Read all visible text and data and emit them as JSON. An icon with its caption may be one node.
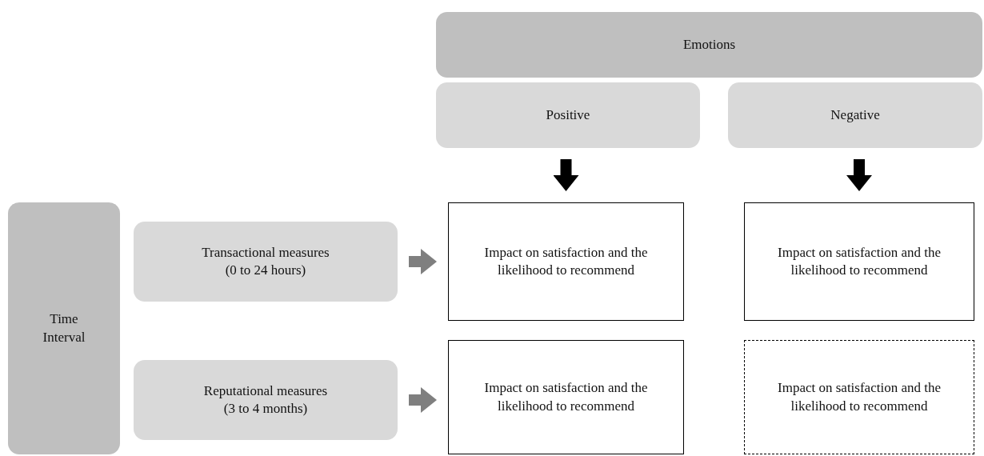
{
  "diagram": {
    "nodes": [
      {
        "text": [
          "Emotions"
        ]
      },
      {
        "text": [
          "Positive"
        ]
      },
      {
        "text": [
          "Negative"
        ]
      },
      {
        "text": [
          "Time Interval"
        ]
      },
      {
        "text": [
          "Transactional measures (0 to 24 hours)"
        ]
      },
      {
        "text": [
          "Impact on satisfaction and the likelihood to recommend"
        ]
      },
      {
        "text": [
          "Impact on satisfaction and the likelihood to recommend"
        ]
      },
      {
        "text": [
          "Reputational measures (3 to 4 months)"
        ]
      },
      {
        "text": [
          "Impact on satisfaction and the likelihood to recommend"
        ]
      },
      {
        "text": [
          "Impact on satisfaction and the likelihood to recommend"
        ]
      }
    ],
    "edges": [
      {
        "from": 1,
        "to": 5,
        "arrow": "to"
      },
      {
        "from": 2,
        "to": 6,
        "arrow": "to"
      },
      {
        "from": 4,
        "to": 5,
        "arrow": "to",
        "color": "#7f7f7f"
      },
      {
        "from": 7,
        "to": 8,
        "arrow": "to",
        "color": "#7f7f7f"
      }
    ]
  }
}
